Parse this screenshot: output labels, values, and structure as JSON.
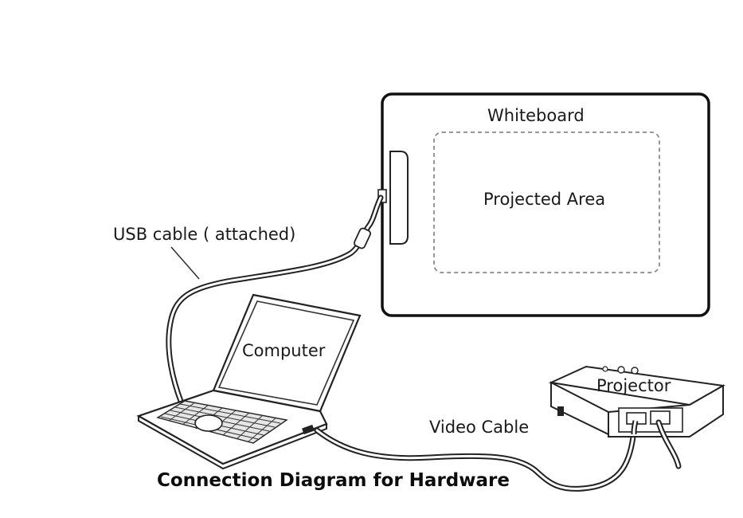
{
  "diagram": {
    "title": "Connection Diagram for Hardware",
    "whiteboard_label": "Whiteboard",
    "projected_area_label": "Projected Area",
    "usb_label": "USB cable ( attached)",
    "computer_label": "Computer",
    "video_label": "Video Cable",
    "projector_label": "Projector"
  }
}
